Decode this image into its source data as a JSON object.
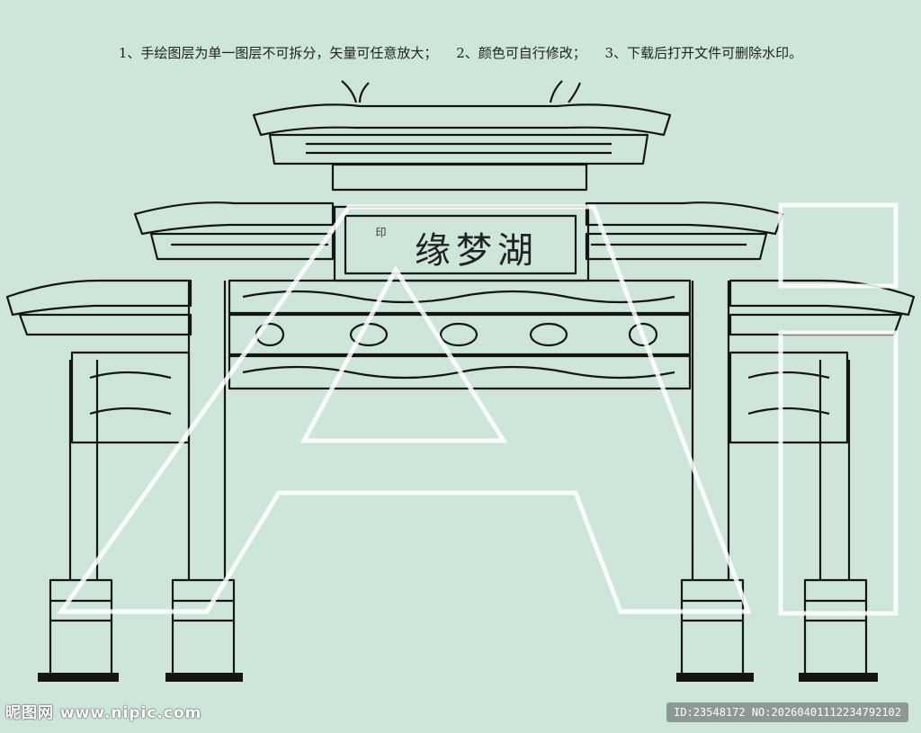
{
  "instructions": {
    "item1": "1、手绘图层为单一图层不可拆分，矢量可任意放大；",
    "item2": "2、颜色可自行修改；",
    "item3": "3、下载后打开文件可删除水印。"
  },
  "plaque": {
    "main_text": "缘梦湖",
    "seal_text": "印"
  },
  "watermark": {
    "logo_text": "昵图网 www.nipic.com",
    "id_text": "ID:23548172 NO:20260401112234792102"
  },
  "colors": {
    "background": "#cde6d9",
    "line": "#151515",
    "watermark": "#ffffff"
  }
}
